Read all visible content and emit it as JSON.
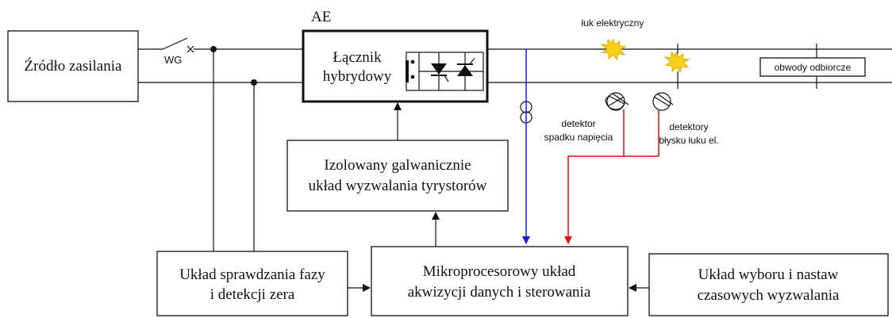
{
  "blocks": {
    "source": "Źródło zasilania",
    "ae_label": "AE",
    "hybrid_line1": "Łącznik",
    "hybrid_line2": "hybrydowy",
    "trigger_line1": "Izolowany galwanicznie",
    "trigger_line2": "układ wyzwalania tyrystorów",
    "phase_line1": "Układ sprawdzania fazy",
    "phase_line2": "i detekcji zera",
    "mcu_line1": "Mikroprocesorowy układ",
    "mcu_line2": "akwizycji danych i sterowania",
    "select_line1": "Układ wyboru i nastaw",
    "select_line2": "czasowych wyzwalania",
    "loads": "obwody odbiorcze"
  },
  "labels": {
    "wg": "WG",
    "arc": "łuk elektryczny",
    "voltage_line1": "detektor",
    "voltage_line2": "spadku napięcia",
    "flash_line1": "detektory",
    "flash_line2": "błysku łuku el."
  },
  "colors": {
    "line": "#111111",
    "voltage_signal": "#1a1adc",
    "flash_signal": "#e01010",
    "arc_fill": "#f7d21a",
    "arc_stroke": "#e0a800"
  }
}
